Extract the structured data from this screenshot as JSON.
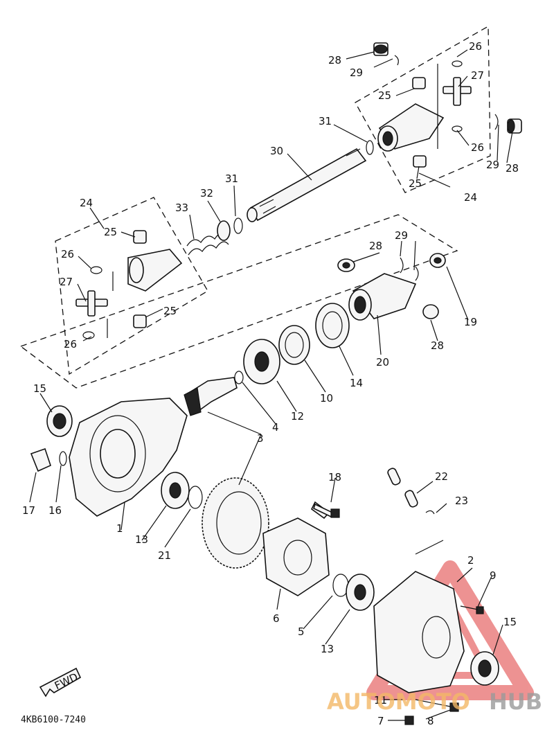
{
  "diagram": {
    "part_code": "4KB6100-7240",
    "fwd_label": "FWD",
    "labels": [
      {
        "id": "l28a",
        "text": "28"
      },
      {
        "id": "l29a",
        "text": "29"
      },
      {
        "id": "l26a",
        "text": "26"
      },
      {
        "id": "l27a",
        "text": "27"
      },
      {
        "id": "l25a",
        "text": "25"
      },
      {
        "id": "l31a",
        "text": "31"
      },
      {
        "id": "l26b",
        "text": "26"
      },
      {
        "id": "l29b",
        "text": "29"
      },
      {
        "id": "l28b",
        "text": "28"
      },
      {
        "id": "l25b",
        "text": "25"
      },
      {
        "id": "l24a",
        "text": "24"
      },
      {
        "id": "l30",
        "text": "30"
      },
      {
        "id": "l24b",
        "text": "24"
      },
      {
        "id": "l33",
        "text": "33"
      },
      {
        "id": "l32",
        "text": "32"
      },
      {
        "id": "l31b",
        "text": "31"
      },
      {
        "id": "l25c",
        "text": "25"
      },
      {
        "id": "l26c",
        "text": "26"
      },
      {
        "id": "l27b",
        "text": "27"
      },
      {
        "id": "l25d",
        "text": "25"
      },
      {
        "id": "l26d",
        "text": "26"
      },
      {
        "id": "l28c",
        "text": "28"
      },
      {
        "id": "l29c",
        "text": "29"
      },
      {
        "id": "l19",
        "text": "19"
      },
      {
        "id": "l28d",
        "text": "28"
      },
      {
        "id": "l20",
        "text": "20"
      },
      {
        "id": "l14",
        "text": "14"
      },
      {
        "id": "l10",
        "text": "10"
      },
      {
        "id": "l12",
        "text": "12"
      },
      {
        "id": "l4",
        "text": "4"
      },
      {
        "id": "l3",
        "text": "3"
      },
      {
        "id": "l15a",
        "text": "15"
      },
      {
        "id": "l17",
        "text": "17"
      },
      {
        "id": "l16",
        "text": "16"
      },
      {
        "id": "l1",
        "text": "1"
      },
      {
        "id": "l13a",
        "text": "13"
      },
      {
        "id": "l21",
        "text": "21"
      },
      {
        "id": "l18",
        "text": "18"
      },
      {
        "id": "l22",
        "text": "22"
      },
      {
        "id": "l23",
        "text": "23"
      },
      {
        "id": "l2",
        "text": "2"
      },
      {
        "id": "l9",
        "text": "9"
      },
      {
        "id": "l6",
        "text": "6"
      },
      {
        "id": "l5",
        "text": "5"
      },
      {
        "id": "l13b",
        "text": "13"
      },
      {
        "id": "l15b",
        "text": "15"
      },
      {
        "id": "l11",
        "text": "11"
      },
      {
        "id": "l7",
        "text": "7"
      },
      {
        "id": "l8",
        "text": "8"
      }
    ]
  },
  "watermark": {
    "text_primary": "AUTOMOTO",
    "text_secondary": "HUB",
    "color_primary": "#f2b866",
    "color_secondary": "#9a9a9a",
    "triangle_color": "#e03a3a"
  }
}
